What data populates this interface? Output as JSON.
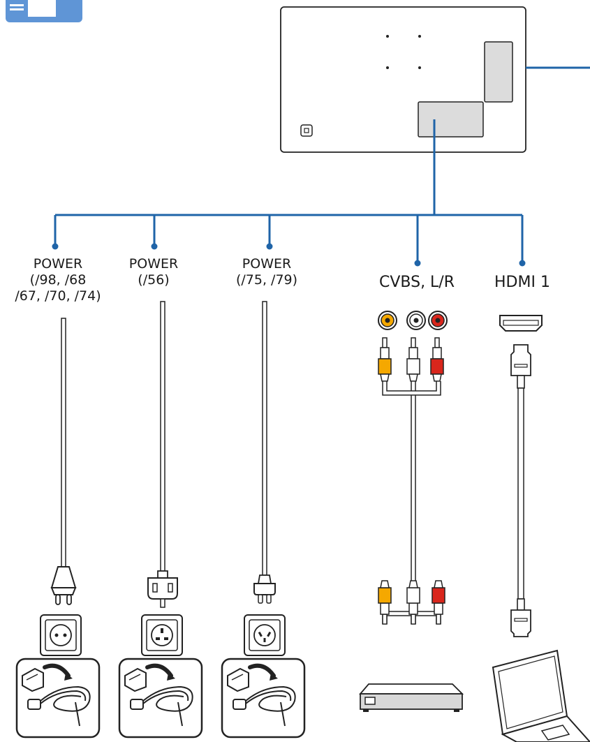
{
  "labels": {
    "power_a": [
      "POWER",
      "(/98, /68",
      "/67, /70, /74)"
    ],
    "power_b": [
      "POWER",
      "(/56)"
    ],
    "power_c": [
      "POWER",
      "(/75, /79)"
    ],
    "cvbs": "CVBS, L/R",
    "hdmi": "HDMI 1"
  },
  "colors": {
    "line_blue": "#1f64a8",
    "header_icon": "#5f95d6",
    "panel_gray": "#dcdcdc",
    "rca_yellow": "#f5a800",
    "rca_red": "#d9261c",
    "rca_white": "#ffffff"
  },
  "icons": [
    "tv-back-icon",
    "eu-plug-icon",
    "uk-plug-icon",
    "au-plug-icon",
    "socket-icon",
    "power-cord-icon",
    "rca-jack-icon",
    "rca-plug-icon",
    "hdmi-port-icon",
    "hdmi-plug-icon",
    "av-receiver-icon",
    "laptop-icon"
  ]
}
